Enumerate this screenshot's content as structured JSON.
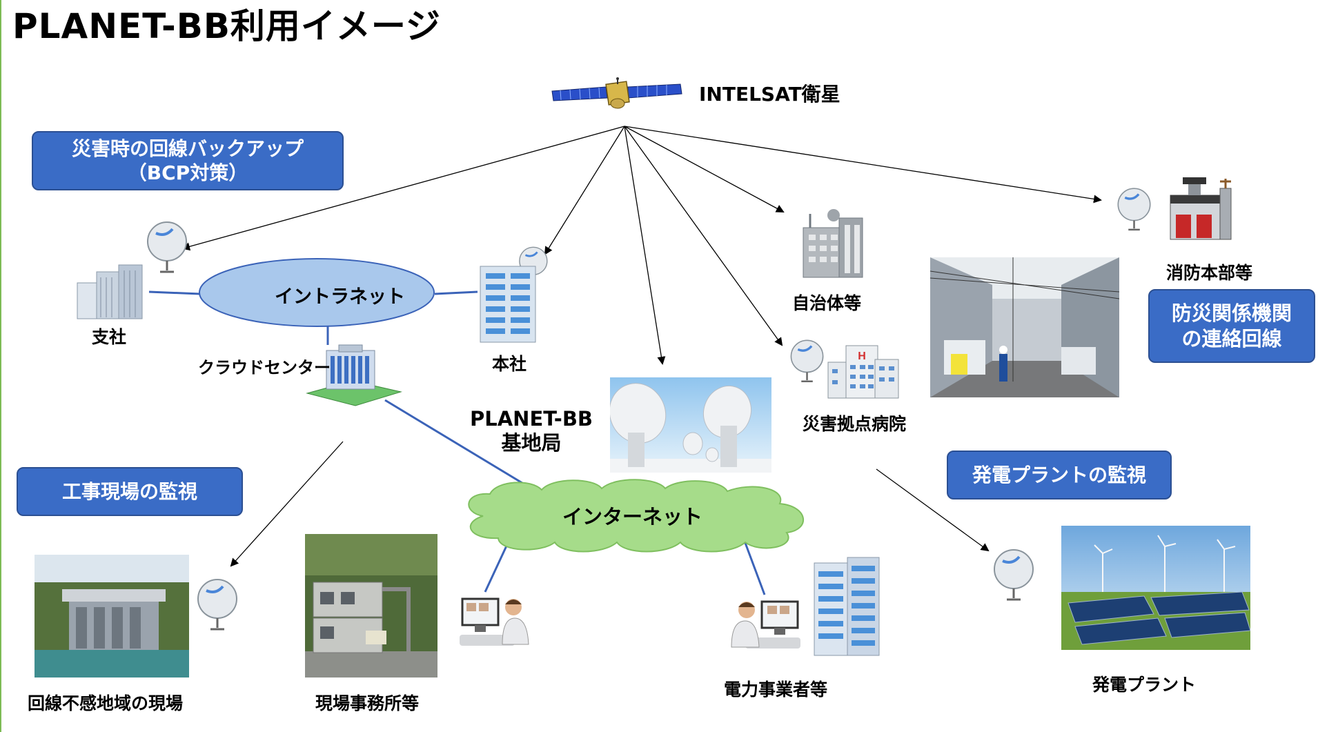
{
  "title": "PLANET-BB利用イメージ",
  "satellite": {
    "label": "INTELSAT衛星"
  },
  "callouts": {
    "bcp_line1": "災害時の回線バックアップ",
    "bcp_line2": "（BCP対策）",
    "construction": "工事現場の監視",
    "disaster_prev_line1": "防災関係機関",
    "disaster_prev_line2": "の連絡回線",
    "power_plant_monitor": "発電プラントの監視"
  },
  "networks": {
    "intranet": "イントラネット",
    "internet": "インターネット"
  },
  "nodes": {
    "branch": "支社",
    "head_office": "本社",
    "cloud_center": "クラウドセンター",
    "base_station_line1": "PLANET-BB",
    "base_station_line2": "基地局",
    "municipality": "自治体等",
    "fire_hq": "消防本部等",
    "disaster_hospital": "災害拠点病院",
    "remote_site": "回線不感地域の現場",
    "site_office": "現場事務所等",
    "power_company": "電力事業者等",
    "power_plant": "発電プラント"
  },
  "colors": {
    "callout_bg": "#3a6cc6",
    "intranet_fill": "#a9c8ec",
    "internet_fill": "#a6dc8a",
    "link_blue": "#3b63b8"
  }
}
